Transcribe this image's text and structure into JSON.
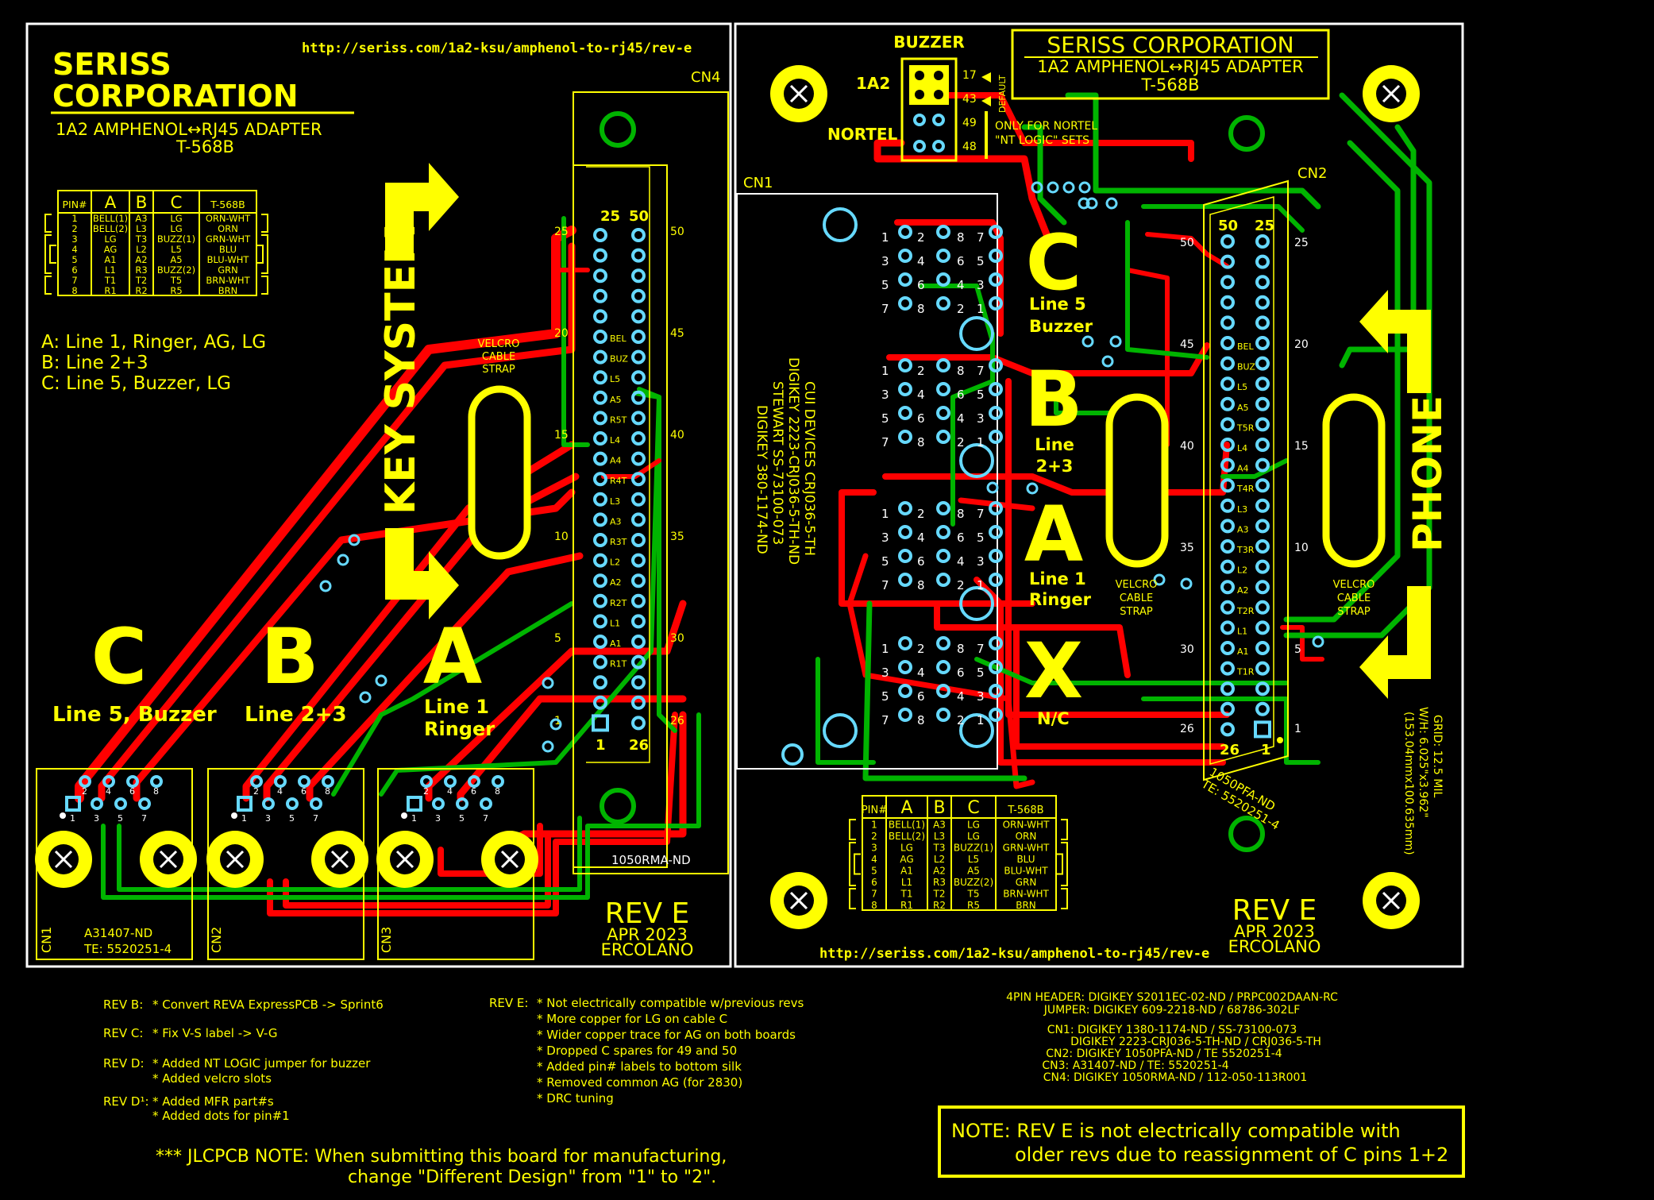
{
  "left_board": {
    "url": "http://seriss.com/1a2-ksu/amphenol-to-rj45/rev-e",
    "company_1": "SERISS",
    "company_2": "CORPORATION",
    "subtitle": "1A2 AMPHENOL↔RJ45 ADAPTER",
    "subtitle2": "T-568B",
    "cn4": "CN4",
    "key_system": "KEY SYSTEM",
    "velcro": [
      "VELCRO",
      "CABLE",
      "STRAP"
    ],
    "legend": [
      "A: Line 1, Ringer, AG, LG",
      "B: Line 2+3",
      "C: Line 5, Buzzer, LG"
    ],
    "letter_c": "C",
    "letter_b": "B",
    "letter_a": "A",
    "c_label": "Line 5, Buzzer",
    "b_label": "Line 2+3",
    "a_label_1": "Line 1",
    "a_label_2": "Ringer",
    "connector_part": "1050RMA-ND",
    "cn1": "CN1",
    "cn2": "CN2",
    "cn3": "CN3",
    "rj_part1": "A31407-ND",
    "rj_part2": "TE: 5520251-4",
    "rev": "REV E",
    "date": "APR 2023",
    "author": "ERCOLANO"
  },
  "pin_table": {
    "headers": [
      "PIN#",
      "A",
      "B",
      "C",
      "T-568B"
    ],
    "rows": [
      [
        "1",
        "BELL(1)",
        "A3",
        "LG",
        "ORN-WHT"
      ],
      [
        "2",
        "BELL(2)",
        "L3",
        "LG",
        "ORN"
      ],
      [
        "3",
        "LG",
        "T3",
        "BUZZ(1)",
        "GRN-WHT"
      ],
      [
        "4",
        "AG",
        "L2",
        "L5",
        "BLU"
      ],
      [
        "5",
        "A1",
        "A2",
        "A5",
        "BLU-WHT"
      ],
      [
        "6",
        "L1",
        "R3",
        "BUZZ(2)",
        "GRN"
      ],
      [
        "7",
        "T1",
        "T2",
        "T5",
        "BRN-WHT"
      ],
      [
        "8",
        "R1",
        "R2",
        "R5",
        "BRN"
      ]
    ]
  },
  "left_amphenol": {
    "col_left": "25",
    "col_right": "50",
    "bottom_left": "1",
    "bottom_right": "26",
    "side_left": [
      "25",
      "20",
      "15",
      "10",
      "5",
      "1"
    ],
    "side_right": [
      "50",
      "45",
      "40",
      "35",
      "30",
      "26"
    ],
    "labels": [
      "BEL",
      "BUZ",
      "L5",
      "A5",
      "R5T",
      "L4",
      "A4",
      "R4T",
      "L3",
      "A3",
      "R3T",
      "L2",
      "A2",
      "R2T",
      "L1",
      "A1",
      "R1T"
    ]
  },
  "right_board": {
    "company": "SERISS CORPORATION",
    "subtitle": "1A2 AMPHENOL↔RJ45 ADAPTER",
    "subtitle2": "T-568B",
    "buzzer": "BUZZER",
    "label_1a2": "1A2",
    "label_nortel": "NORTEL",
    "jumper_pins": [
      "17",
      "43",
      "49",
      "48"
    ],
    "default": "DEFAULT",
    "note_1": "ONLY FOR NORTEL",
    "note_2": "\"NT LOGIC\" SETS",
    "cn1": "CN1",
    "cn2": "CN2",
    "cn1_parts": [
      "CUI DEVICES CRJ036-5-TH",
      "DIGIKEY 2223-CRJ036-5-TH-ND",
      "STEWART SS-73100-073",
      "DIGIKEY 380-1174-ND"
    ],
    "letters": [
      "C",
      "B",
      "A",
      "X"
    ],
    "c_label": [
      "Line 5",
      "Buzzer"
    ],
    "b_label": [
      "Line",
      "2+3"
    ],
    "a_label": [
      "Line 1",
      "Ringer"
    ],
    "x_label": "N/C",
    "velcro": [
      "VELCRO",
      "CABLE",
      "STRAP"
    ],
    "phone": "PHONE",
    "grid": [
      "GRID: 12.5 MIL",
      "W/H: 6.025\"x3.962\"",
      "(153.04mmx100.635mm)"
    ],
    "amphenol_part": [
      "1050PFA-ND",
      "TE: 5520251-4"
    ],
    "amph_top": [
      "50",
      "25"
    ],
    "amph_bottom": [
      "26",
      "1"
    ],
    "amph_side_left": [
      "50",
      "45",
      "40",
      "35",
      "30",
      "26"
    ],
    "amph_side_right": [
      "25",
      "20",
      "15",
      "10",
      "5",
      "1"
    ],
    "amph_labels": [
      "BEL",
      "BUZ",
      "L5",
      "A5",
      "T5R",
      "L4",
      "A4",
      "T4R",
      "L3",
      "A3",
      "T3R",
      "L2",
      "A2",
      "T2R",
      "L1",
      "A1",
      "T1R"
    ],
    "rj_pins": [
      "1",
      "2",
      "3",
      "4",
      "5",
      "6",
      "7",
      "8"
    ],
    "url": "http://seriss.com/1a2-ksu/amphenol-to-rj45/rev-e",
    "rev": "REV E",
    "date": "APR 2023",
    "author": "ERCOLANO"
  },
  "rev_notes": {
    "b": [
      "REV B:",
      "* Convert REVA ExpressPCB -> Sprint6"
    ],
    "c": [
      "REV C:",
      "* Fix V-S label -> V-G"
    ],
    "d": [
      "REV D:",
      "* Added NT LOGIC jumper for buzzer",
      "* Added velcro slots"
    ],
    "d1": [
      "REV D¹:",
      "* Added MFR part#s",
      "* Added dots for pin#1"
    ],
    "e": [
      "REV E:",
      "* Not electrically compatible w/previous revs",
      "* More copper for LG on cable C",
      "* Wider copper trace for AG on both boards",
      "* Dropped C spares for 49 and 50",
      "* Added pin# labels to bottom silk",
      "* Removed common AG (for 2830)",
      "* DRC tuning"
    ],
    "jlc_1": "*** JLCPCB NOTE: When submitting this board for manufacturing,",
    "jlc_2": "change \"Different Design\" from \"1\" to \"2\"."
  },
  "parts": [
    "4PIN HEADER: DIGIKEY S2011EC-02-ND / PRPC002DAAN-RC",
    "JUMPER: DIGIKEY 609-2218-ND / 68786-302LF",
    "CN1: DIGIKEY 1380-1174-ND / SS-73100-073",
    "DIGIKEY 2223-CRJ036-5-TH-ND / CRJ036-5-TH",
    "CN2: DIGIKEY 1050PFA-ND / TE 5520251-4",
    "CN3: A31407-ND / TE: 5520251-4",
    "CN4: DIGIKEY 1050RMA-ND / 112-050-113R001"
  ],
  "note_box": {
    "line1": "NOTE: REV E is not electrically compatible with",
    "line2": "older revs due to reassignment of C pins 1+2"
  },
  "colors": {
    "background": "#000000",
    "silk": "#ffff00",
    "top_copper": "#ff0000",
    "bottom_copper": "#00b400",
    "pad": "#66d9ff",
    "outline": "#ffffff"
  }
}
